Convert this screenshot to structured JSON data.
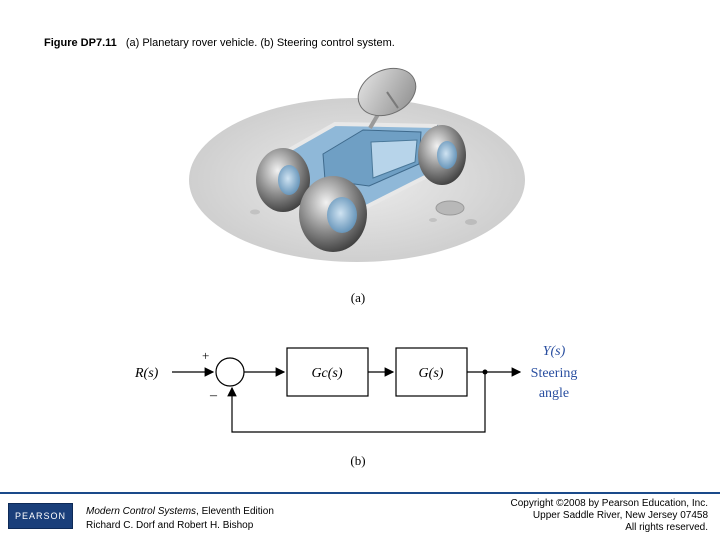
{
  "caption": {
    "label": "Figure DP7.11",
    "text": "(a) Planetary rover vehicle. (b) Steering control system."
  },
  "diagram": {
    "part_a_label": "(a)",
    "part_b_label": "(b)",
    "input_label": "R(s)",
    "plus_sign": "+",
    "minus_sign": "–",
    "controller_block": "Gc(s)",
    "plant_block": "G(s)",
    "output_label": "Y(s)",
    "output_desc_1": "Steering",
    "output_desc_2": "angle"
  },
  "footer": {
    "logo_text": "PEARSON",
    "book_title": "Modern Control Systems",
    "book_edition": ", Eleventh Edition",
    "authors": "Richard C. Dorf and Robert H. Bishop",
    "copyright_1": "Copyright ©2008 by Pearson Education, Inc.",
    "copyright_2": "Upper Saddle River, New Jersey 07458",
    "copyright_3": "All rights reserved."
  },
  "colors": {
    "footer_rule": "#1a4a8a",
    "logo_bg": "#1a3f7a",
    "rover_body": "#8fb8d8",
    "ground": "#dcdcdc"
  }
}
